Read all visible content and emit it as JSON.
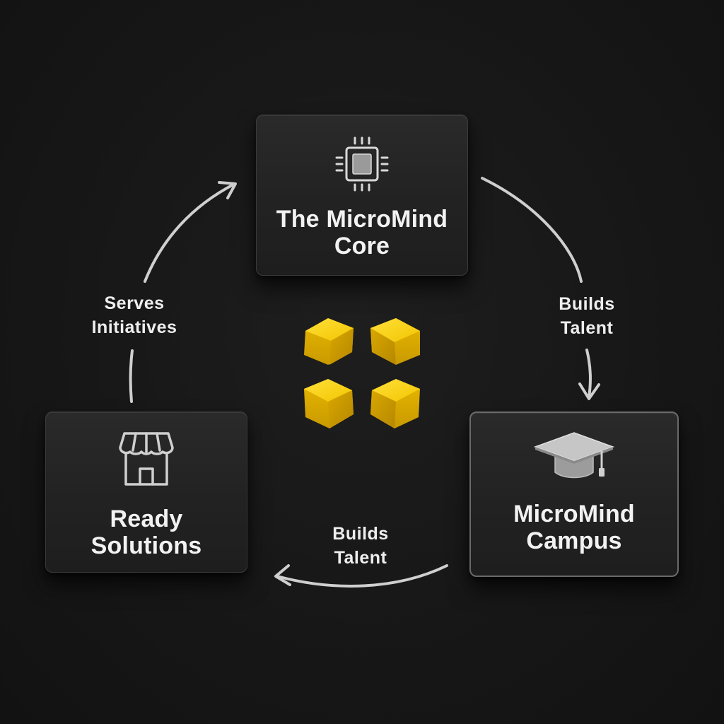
{
  "nodes": {
    "core": {
      "label": "The MicroMind\nCore",
      "icon": "chip-icon"
    },
    "campus": {
      "label": "MicroMind\nCampus",
      "icon": "graduation-cap-icon"
    },
    "ready": {
      "label": "Ready\nSolutions",
      "icon": "storefront-icon"
    }
  },
  "edges": {
    "core_to_campus": {
      "label": "Builds\nTalent"
    },
    "campus_to_ready": {
      "label": "Builds\nTalent"
    },
    "ready_to_core": {
      "label": "Serves\nInitiatives"
    }
  },
  "center_logo": {
    "icon": "yellow-cubes-logo",
    "color": "#f2c500"
  },
  "colors": {
    "background": "#161616",
    "node_fill": "#242424",
    "text": "#f2f2f2",
    "arrow": "#cfcfcf",
    "accent": "#f2c500"
  }
}
